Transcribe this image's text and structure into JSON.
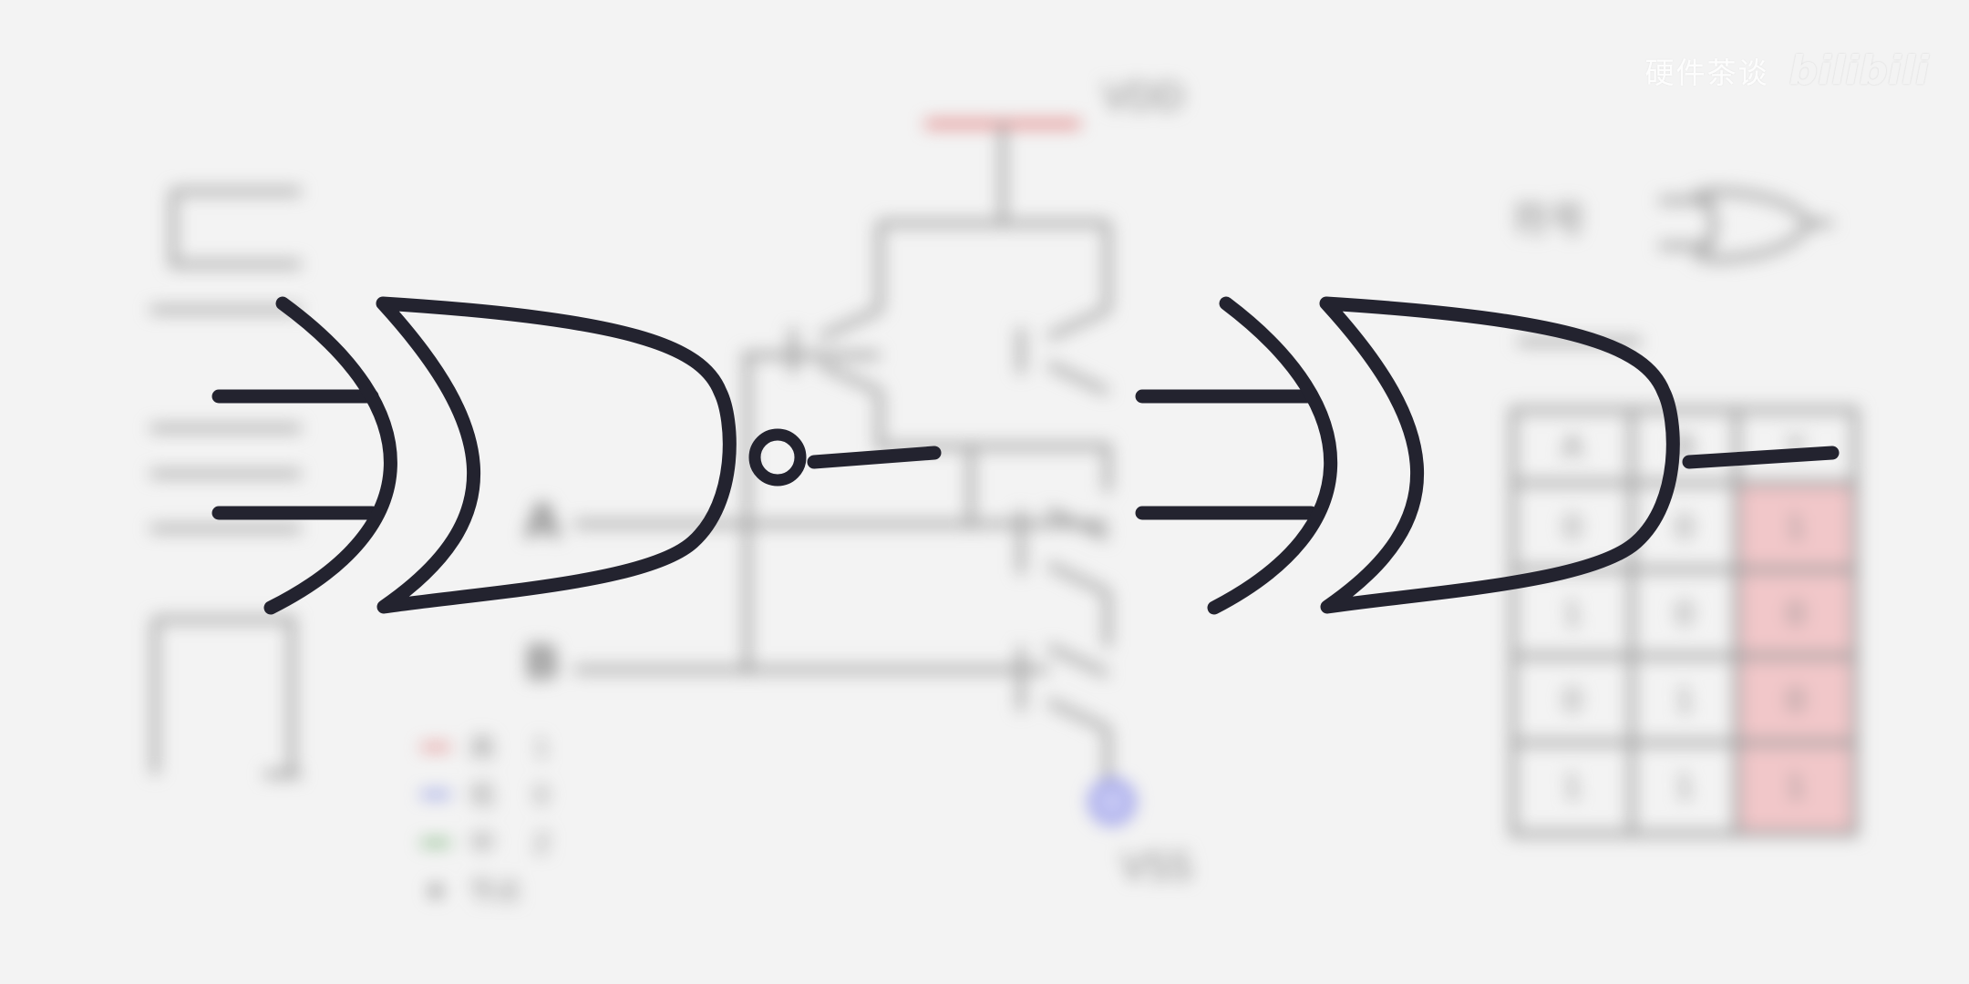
{
  "watermark": {
    "channel": "硬件茶谈",
    "logo": "bilibili"
  },
  "schematic": {
    "vdd_label": "VDD",
    "vss_label": "VSS",
    "input_a": "A",
    "input_b": "B",
    "symbol_title": "符号",
    "legend": [
      {
        "color": "#e07a7a",
        "a": "高",
        "b": "1"
      },
      {
        "color": "#7a86e0",
        "a": "低",
        "b": "0"
      },
      {
        "color": "#6aaa6a",
        "a": "中",
        "b": "Z"
      },
      {
        "color": "#888888",
        "a": "节点",
        "b": ""
      }
    ],
    "truth_table": {
      "rows": [
        [
          "A",
          "B",
          "Y"
        ],
        [
          "0",
          "0",
          "1"
        ],
        [
          "1",
          "0",
          "0"
        ],
        [
          "0",
          "1",
          "0"
        ],
        [
          "1",
          "1",
          "1"
        ]
      ]
    }
  },
  "colors": {
    "gate_stroke": "#23232f",
    "vdd": "#e07a7a",
    "vss": "#8f93e8",
    "table_highlight": "#f1c7c9"
  }
}
